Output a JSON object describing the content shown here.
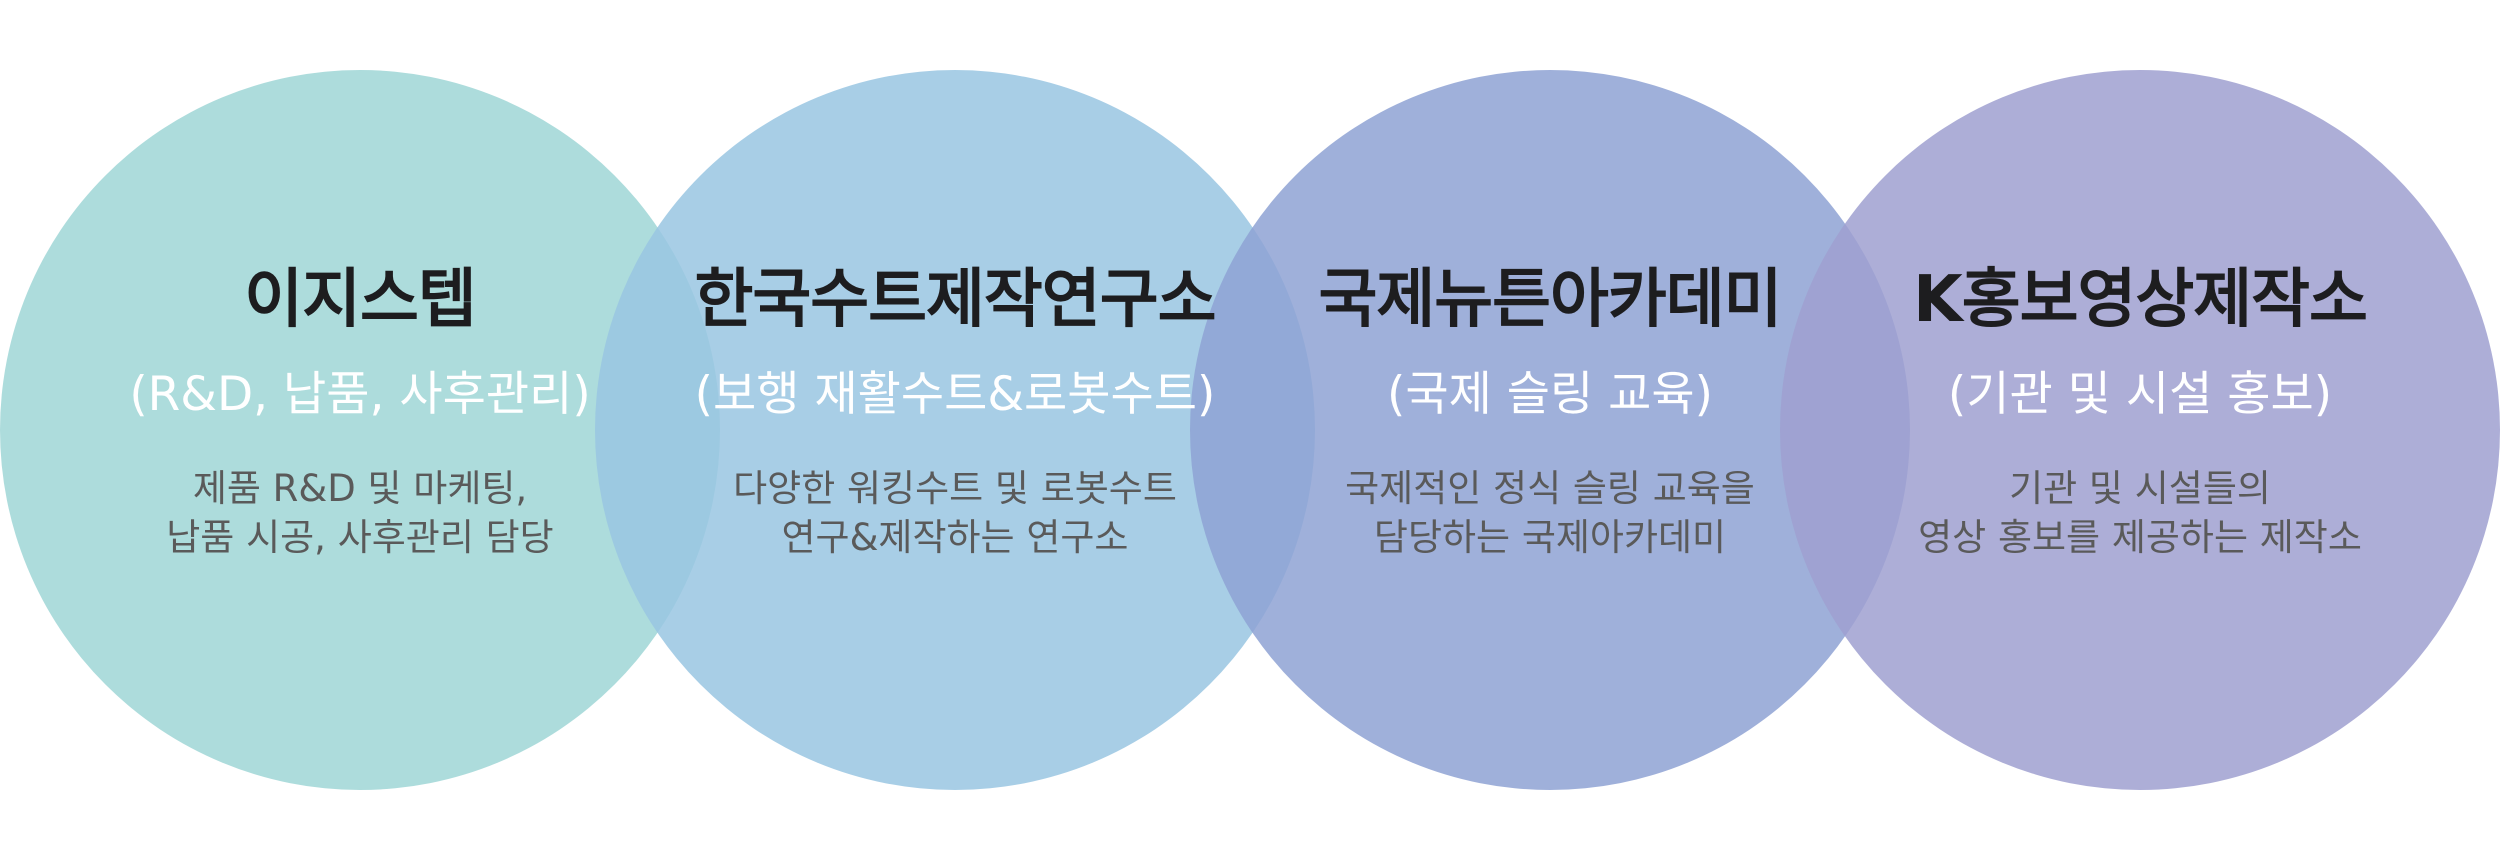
{
  "colors": {
    "circle_1": "#9fd6d6",
    "circle_2": "#99c6e2",
    "circle_3": "#8ea2d3",
    "circle_4": "#9fa0d0",
    "title_text": "#1d1d1f",
    "subtitle_text": "#ffffff",
    "desc_text": "#5a5a5a"
  },
  "circles": [
    {
      "title": "이지스텝",
      "subtitle": "(R&D, 납품, 사후관리)",
      "desc_line1": "제품 R&D 및 마케팅,",
      "desc_line2": "납품 시공, 사후관리 담당"
    },
    {
      "title": "한국수트제작연구소",
      "subtitle": "(보행 재활수트&로봇수트)",
      "desc_line1": "다양한 워킹수트 및 로봇수트",
      "desc_line2": "연구&제작하는 연구소"
    },
    {
      "title": "국제뉴튼아카데미",
      "subtitle": "(국제 슬링 교육)",
      "desc_line1": "국제적인 정식 슬링 교육을",
      "desc_line2": "담당하는 국제아카데미"
    },
    {
      "title": "K홍보영상제작소",
      "subtitle": "(기관 및 시설 홍보)",
      "desc_line1": "기관 및 시설들의",
      "desc_line2": "영상 홍보를 제공하는 제작소"
    }
  ]
}
